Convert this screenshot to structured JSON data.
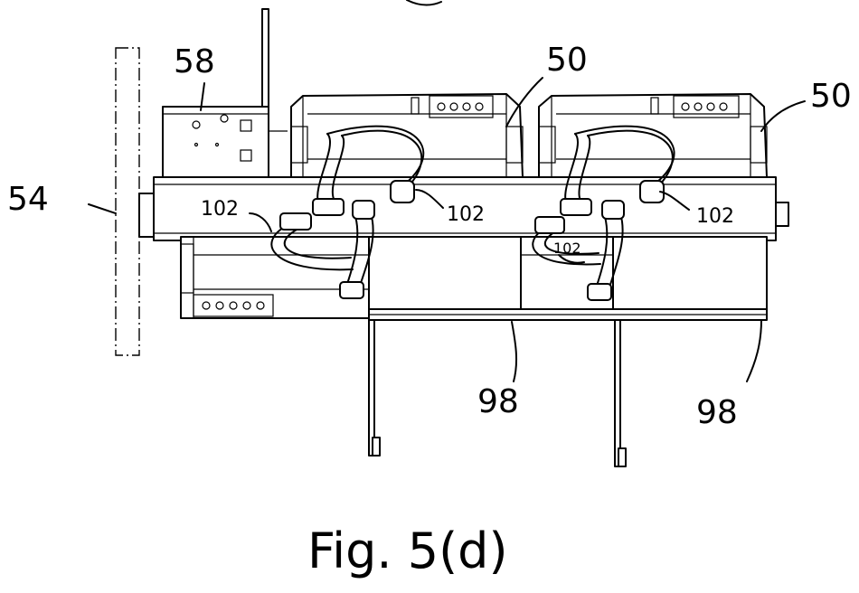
{
  "figure": {
    "caption": "Fig. 5(d)"
  },
  "labels": {
    "ref_58": "58",
    "ref_50_left": "50",
    "ref_50_right": "50",
    "ref_54": "54",
    "ref_102_a": "102",
    "ref_102_b": "102",
    "ref_102_c": "102",
    "ref_102_d": "102",
    "ref_98_left": "98",
    "ref_98_right": "98"
  }
}
